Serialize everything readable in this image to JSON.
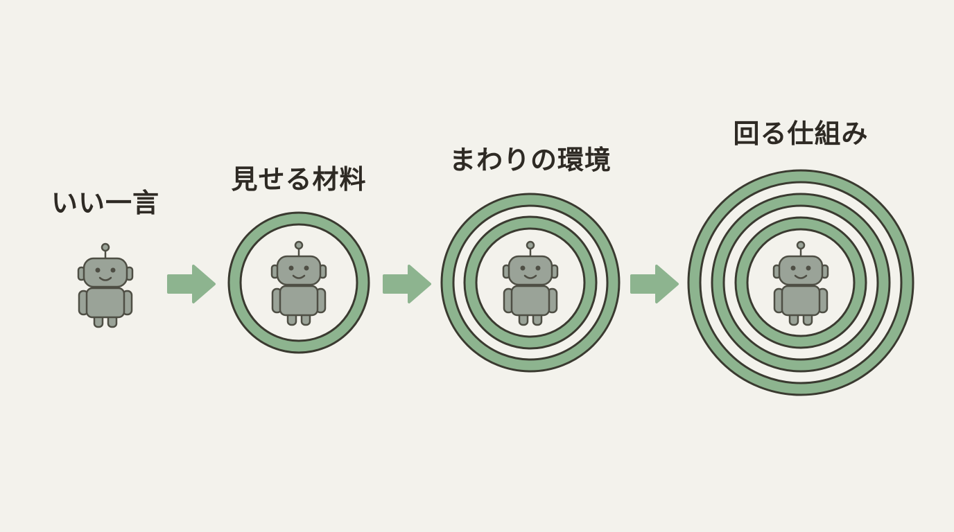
{
  "colors": {
    "background": "#f3f2ec",
    "ring_fill": "#8db48f",
    "ring_stroke": "#3a3a30",
    "arrow": "#8db48f",
    "robot_body": "#9aa398",
    "robot_outline": "#4e4e44",
    "label_text": "#2e2a24"
  },
  "icons": {
    "stage": "robot-icon",
    "connector": "arrow-right-icon"
  },
  "stages": [
    {
      "label": "いい一言",
      "ring_count": 0
    },
    {
      "label": "見せる材料",
      "ring_count": 1
    },
    {
      "label": "まわりの環境",
      "ring_count": 2
    },
    {
      "label": "回る仕組み",
      "ring_count": 3
    }
  ]
}
